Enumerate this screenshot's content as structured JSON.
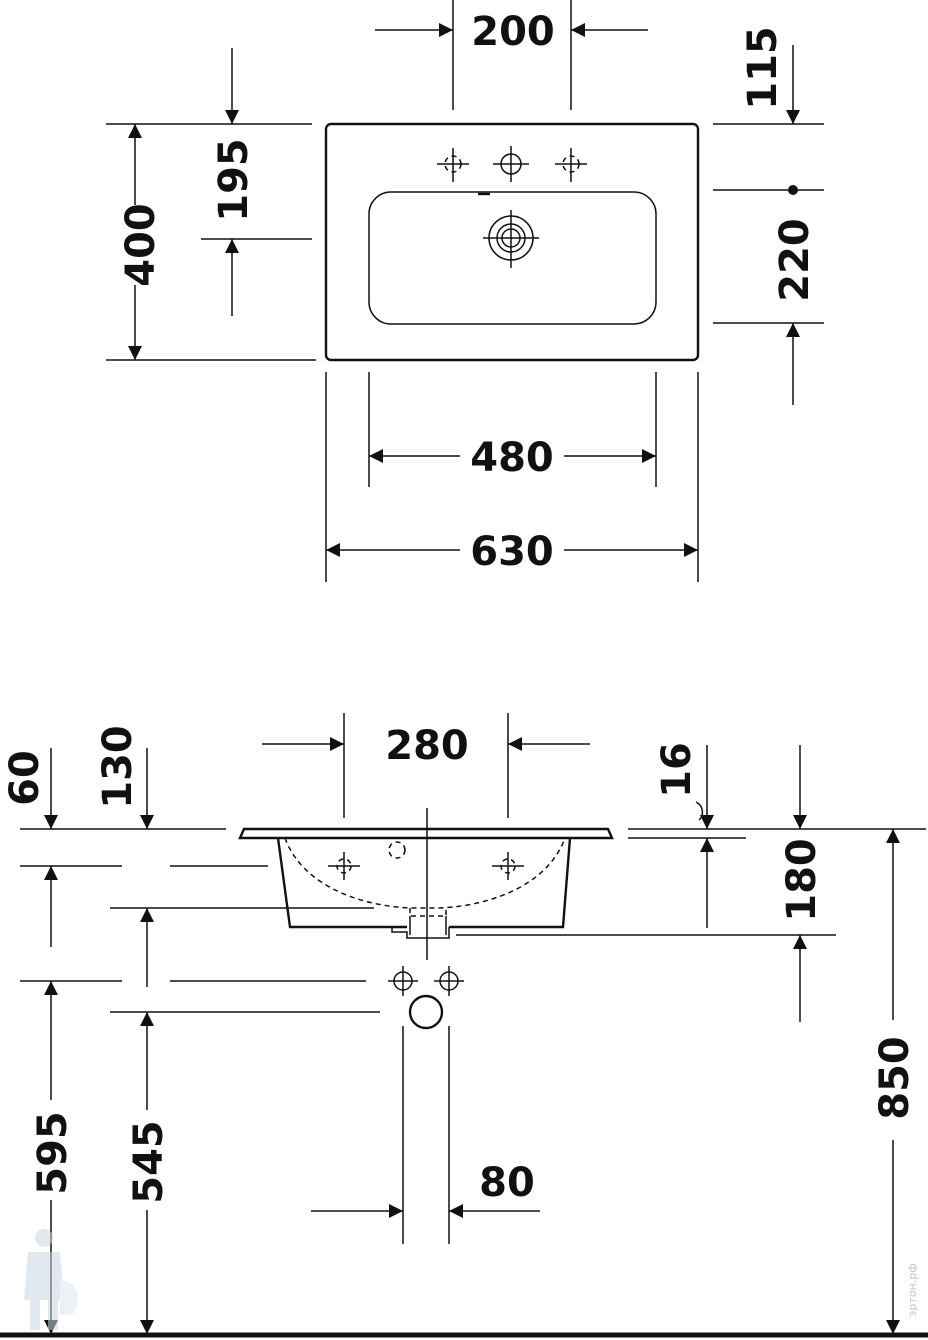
{
  "top_view": {
    "dims": {
      "tap_spacing": "200",
      "tap_from_back": "115",
      "basin_depth": "400",
      "overflow_from_back": "195",
      "drain_to_front": "220",
      "bowl_width": "480",
      "overall_width": "630"
    }
  },
  "side_view": {
    "dims": {
      "top_offset": "60",
      "waste_height": "130",
      "bowl_opening": "280",
      "rim_thickness": "16",
      "basin_height": "180",
      "floor_to_rim": "850",
      "floor_to_supply": "595",
      "floor_to_waste": "545",
      "waste_diameter": "80"
    }
  },
  "watermark": {
    "text": "эртон.рф"
  }
}
